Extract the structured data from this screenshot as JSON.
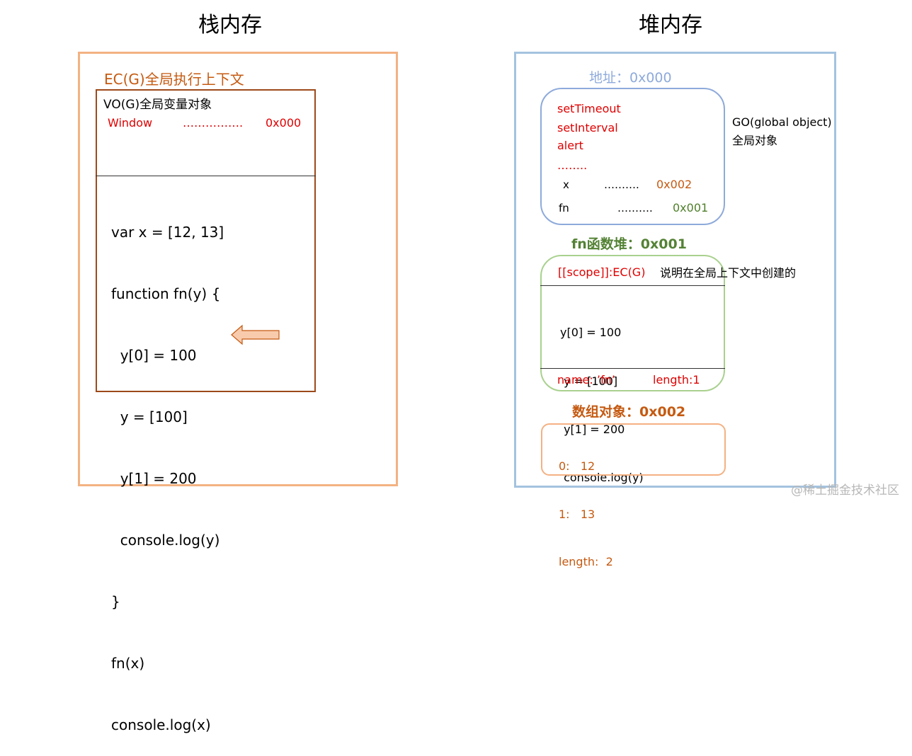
{
  "headings": {
    "stack": "栈内存",
    "heap": "堆内存"
  },
  "stack": {
    "ec_title": "EC(G)全局执行上下文",
    "vo_title": "VO(G)全局变量对象",
    "vo_row": {
      "name": "Window",
      "dots": "…………….",
      "addr": "0x000"
    },
    "code_lines": [
      "var x = [12, 13]",
      "function fn(y) {",
      "  y[0] = 100",
      "  y = [100]",
      "  y[1] = 200",
      "  console.log(y)",
      "}",
      "fn(x)",
      "console.log(x)"
    ]
  },
  "heap": {
    "go": {
      "addr_label": "地址：0x000",
      "items": [
        "setTimeout",
        "setInterval",
        "alert",
        "…….."
      ],
      "x_row": {
        "name": "x",
        "dots": "……….",
        "addr": "0x002"
      },
      "fn_row": {
        "name": "fn",
        "dots": "……….",
        "addr": "0x001"
      },
      "side_label_1": "GO(global object)",
      "side_label_2": "全局对象"
    },
    "fn_heap": {
      "title": "fn函数堆：0x001",
      "scope": "[[scope]]:EC(G)",
      "note": "说明在全局上下文中创建的",
      "code_lines": [
        "y[0] = 100",
        " y = [100]",
        " y[1] = 200",
        " console.log(y)"
      ],
      "name": "name: ’fn’",
      "length": "length:1"
    },
    "array": {
      "title": "数组对象：0x002",
      "rows": [
        "0:   12",
        "1:   13",
        "length:  2"
      ]
    }
  },
  "watermark": "@稀土掘金技术社区",
  "colors": {
    "stack_frame": "#f3b282",
    "heap_frame": "#a4c3df",
    "ec_border": "#9c4a1a",
    "go_border": "#8eaadb",
    "fn_border": "#a9d18e",
    "array_border": "#f4b183",
    "red": "#e00000",
    "orange": "#c55a11",
    "green": "#4f7f2a",
    "arrow_fill": "#f8cbad"
  },
  "icons": {
    "pointer": "left-arrow-icon"
  }
}
